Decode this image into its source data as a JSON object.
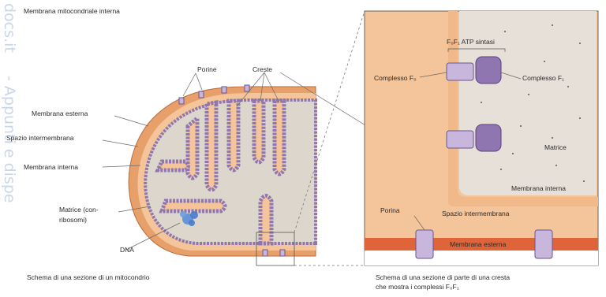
{
  "watermark": {
    "site": "docs.it",
    "text": "- Appunti e dispe"
  },
  "labels": {
    "title": "Membrana mitocondriale interna",
    "porine": "Porine",
    "creste": "Creste",
    "membrana_esterna": "Membrana esterna",
    "spazio_intermembrana": "Spazio intermembrana",
    "membrana_interna": "Membrana interna",
    "matrice_line1": "Matrice (con-",
    "matrice_line2": "ribosomi)",
    "dna": "DNA",
    "atp_sintasi": "F₀F₁ ATP sintasi",
    "complesso_f0": "Complesso F₀",
    "complesso_f1": "Complesso F₁",
    "matrice": "Matrice",
    "membrana_interna_inset": "Membrana interna",
    "porina": "Porina",
    "spazio_intermembrana_inset": "Spazio intermembrana",
    "membrana_esterna_inset": "Membrana esterna"
  },
  "captions": {
    "left": "Schema di una sezione di un mitocondrio",
    "right_line1": "Schema di una sezione di parte di una cresta",
    "right_line2": "che mostra i complessi F₀F₁"
  },
  "colors": {
    "outer_membrane": "#e8a06a",
    "intermembrane": "#f4c59a",
    "matrix": "#e8e2d8",
    "protein": "#8f76b0",
    "protein_light": "#c8b6dc",
    "outer_band": "#e0643a",
    "leader_line": "#6a6a6a"
  }
}
